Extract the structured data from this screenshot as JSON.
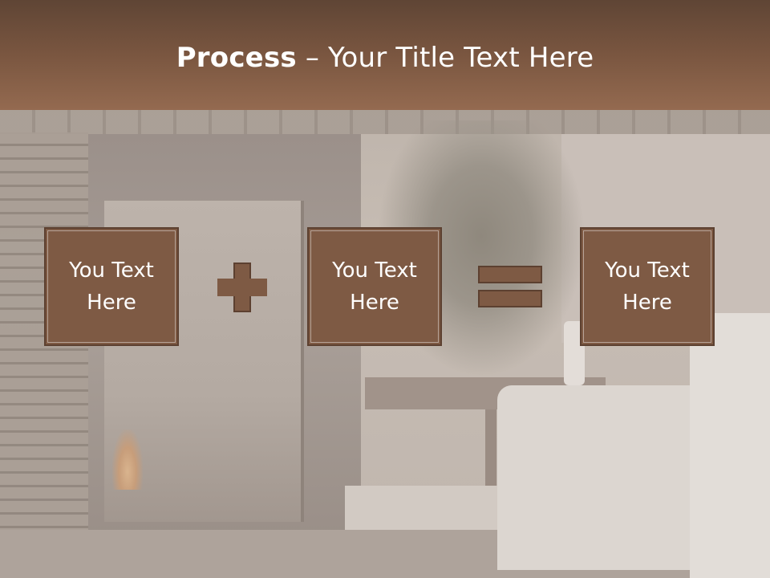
{
  "header": {
    "title_bold": "Process",
    "title_rest": " – Your Title Text Here"
  },
  "process": {
    "boxes": [
      {
        "line1": "You Text",
        "line2": "Here"
      },
      {
        "line1": "You Text",
        "line2": "Here"
      },
      {
        "line1": "You Text",
        "line2": "Here"
      }
    ],
    "operator1": "plus-icon",
    "operator2": "equals-icon"
  },
  "colors": {
    "header": "#7a5640",
    "box_fill": "#7e5a44",
    "box_border": "#5c4030",
    "text": "#ffffff"
  }
}
